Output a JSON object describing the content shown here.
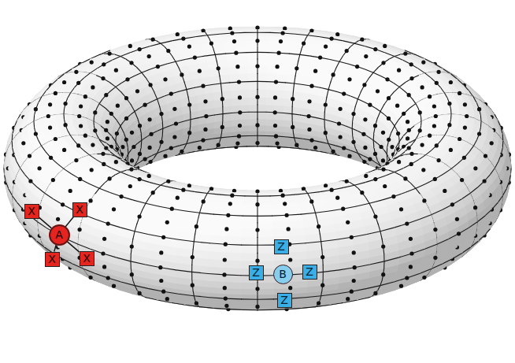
{
  "diagram": {
    "nodes": [
      {
        "text": [
          "X"
        ]
      },
      {
        "text": [
          "X"
        ]
      },
      {
        "text": [
          "A"
        ]
      },
      {
        "text": [
          "X"
        ]
      },
      {
        "text": [
          "X"
        ]
      },
      {
        "text": [
          "Z"
        ]
      },
      {
        "text": [
          "Z"
        ]
      },
      {
        "text": [
          "B"
        ]
      },
      {
        "text": [
          "Z"
        ]
      },
      {
        "text": [
          "Z"
        ]
      }
    ],
    "edges": [
      {
        "from": 2,
        "to": 0,
        "arrow": "none"
      },
      {
        "from": 2,
        "to": 1,
        "arrow": "none"
      },
      {
        "from": 2,
        "to": 3,
        "arrow": "none"
      },
      {
        "from": 2,
        "to": 4,
        "arrow": "none"
      }
    ]
  }
}
